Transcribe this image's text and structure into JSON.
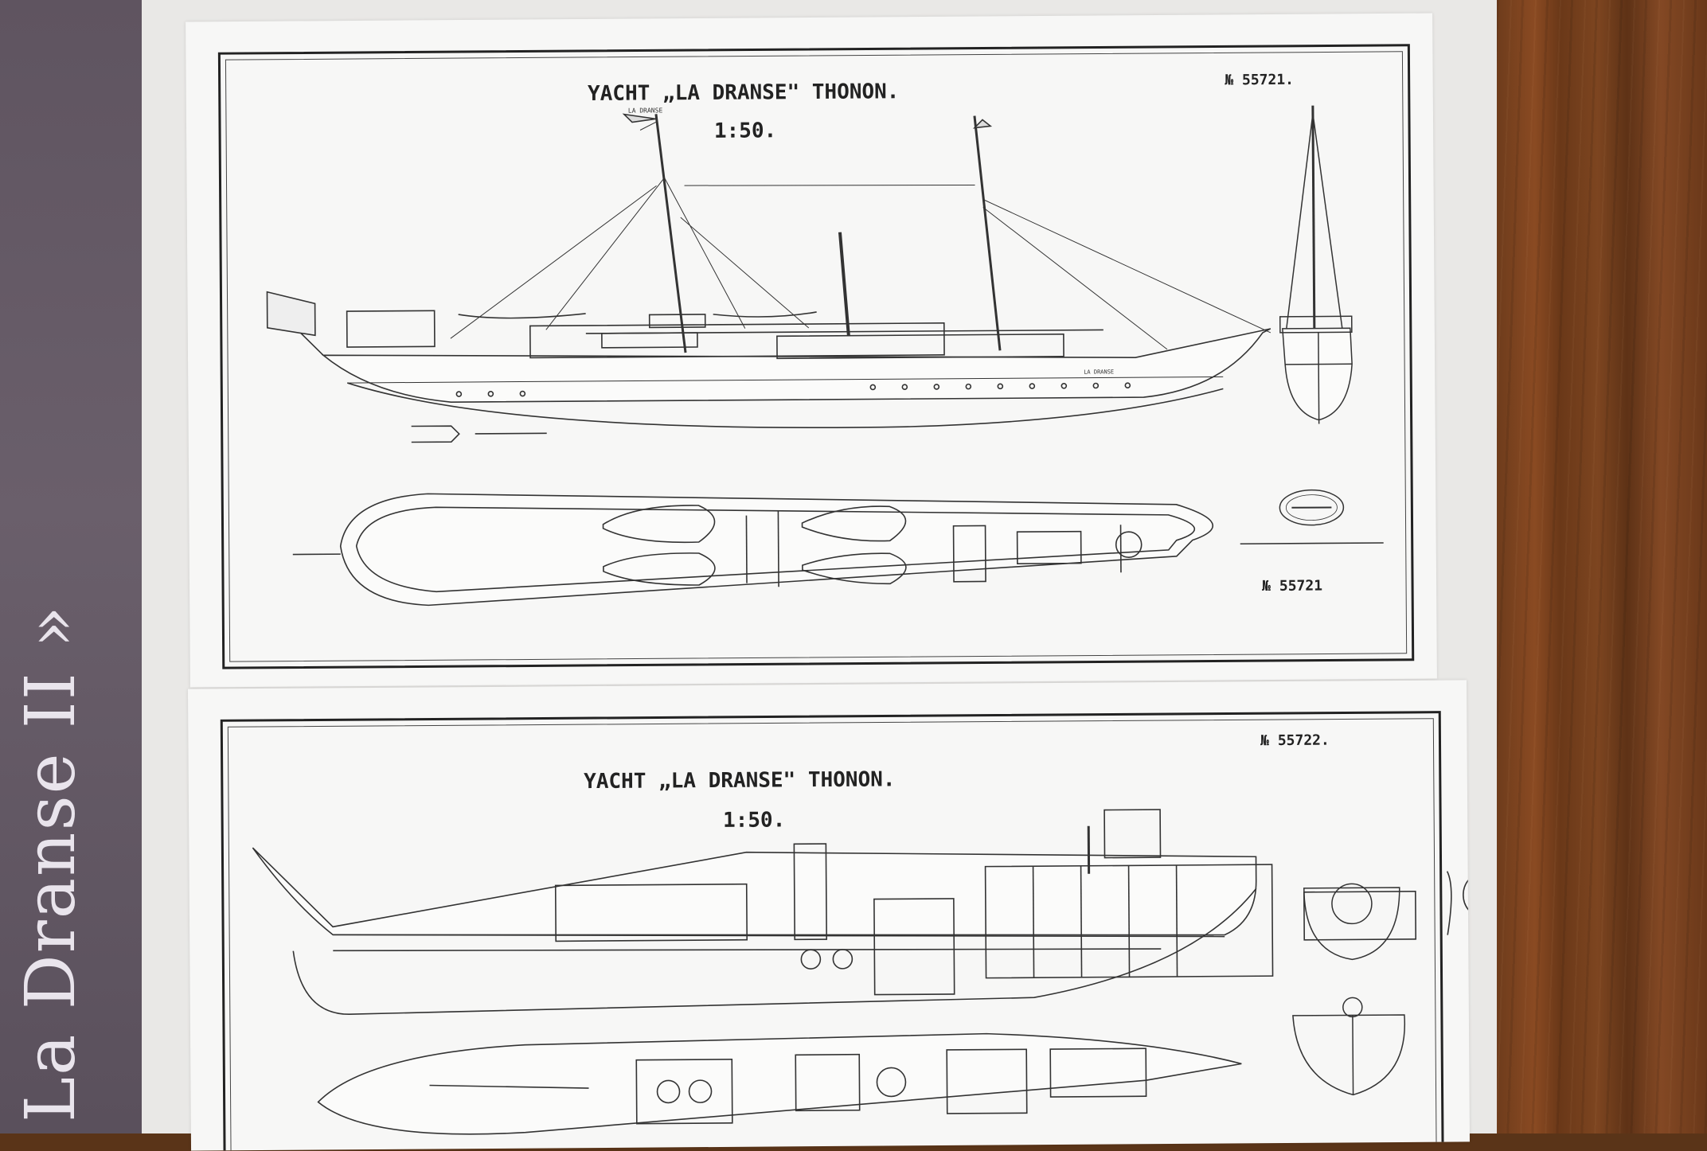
{
  "banner": {
    "title": "La Dranse II »"
  },
  "plan1": {
    "title": "YACHT „LA DRANSE\" THONON.",
    "scale": "1:50.",
    "number_top": "№ 55721.",
    "number_bottom": "№ 55721",
    "flag_label": "LA DRANSE",
    "hull_name": "LA DRANSE"
  },
  "plan2": {
    "title": "YACHT „LA DRANSE\" THONON.",
    "scale": "1:50.",
    "number_top": "№ 55722."
  }
}
